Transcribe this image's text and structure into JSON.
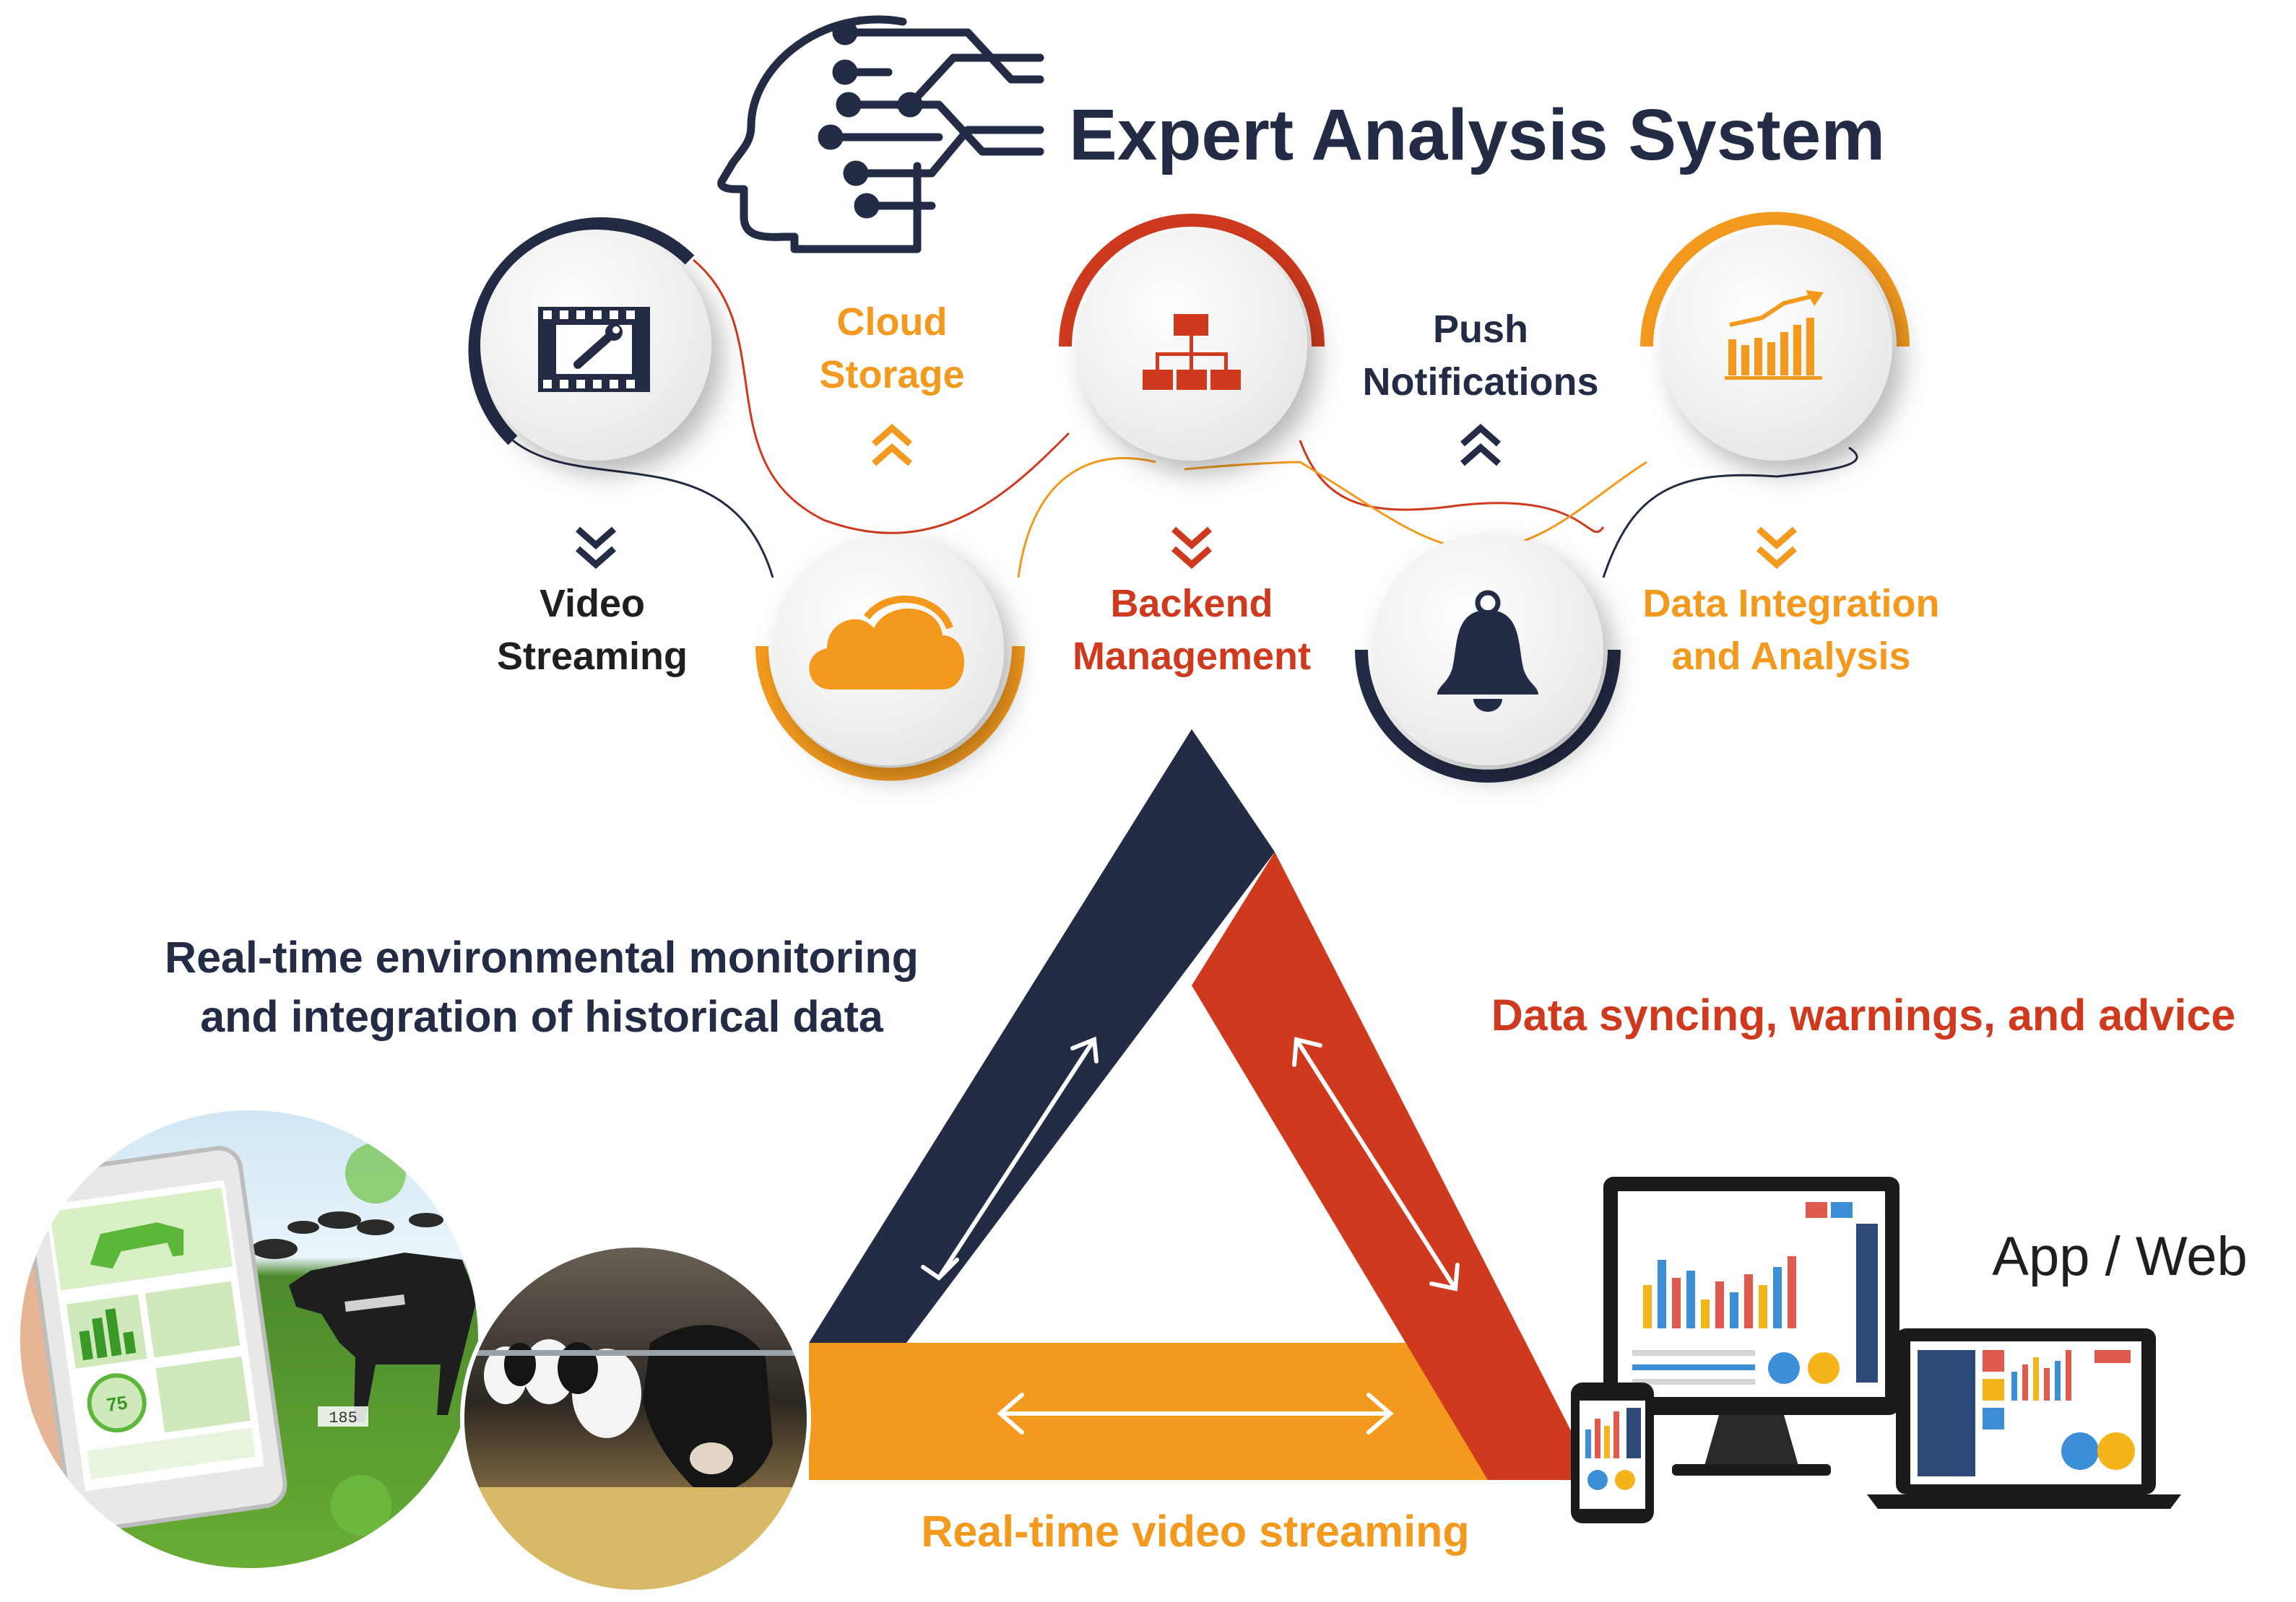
{
  "header": {
    "title": "Expert Analysis System"
  },
  "modules": [
    {
      "id": "video",
      "label": "Video\nStreaming",
      "icon": "film-wrench-icon",
      "color": "#232b45"
    },
    {
      "id": "cloud",
      "label": "Cloud\nStorage",
      "icon": "cloud-icon",
      "color": "#f39a1e"
    },
    {
      "id": "backend",
      "label": "Backend\nManagement",
      "icon": "org-chart-icon",
      "color": "#cf3a1e"
    },
    {
      "id": "push",
      "label": "Push\nNotifications",
      "icon": "bell-icon",
      "color": "#232b45"
    },
    {
      "id": "data",
      "label": "Data Integration\nand Analysis",
      "icon": "bar-chart-icon",
      "color": "#f39a1e"
    }
  ],
  "triangle": {
    "left_caption": "Real-time environmental monitoring\nand integration of historical data",
    "right_caption": "Data syncing, warnings, and advice",
    "bottom_caption": "Real-time video streaming",
    "colors": {
      "navy": "#232b45",
      "red": "#cf3a1e",
      "orange": "#f39a1e"
    }
  },
  "devices": {
    "label": "App / Web"
  },
  "photo": {
    "tag_number": "185",
    "gauge_value": "75"
  }
}
